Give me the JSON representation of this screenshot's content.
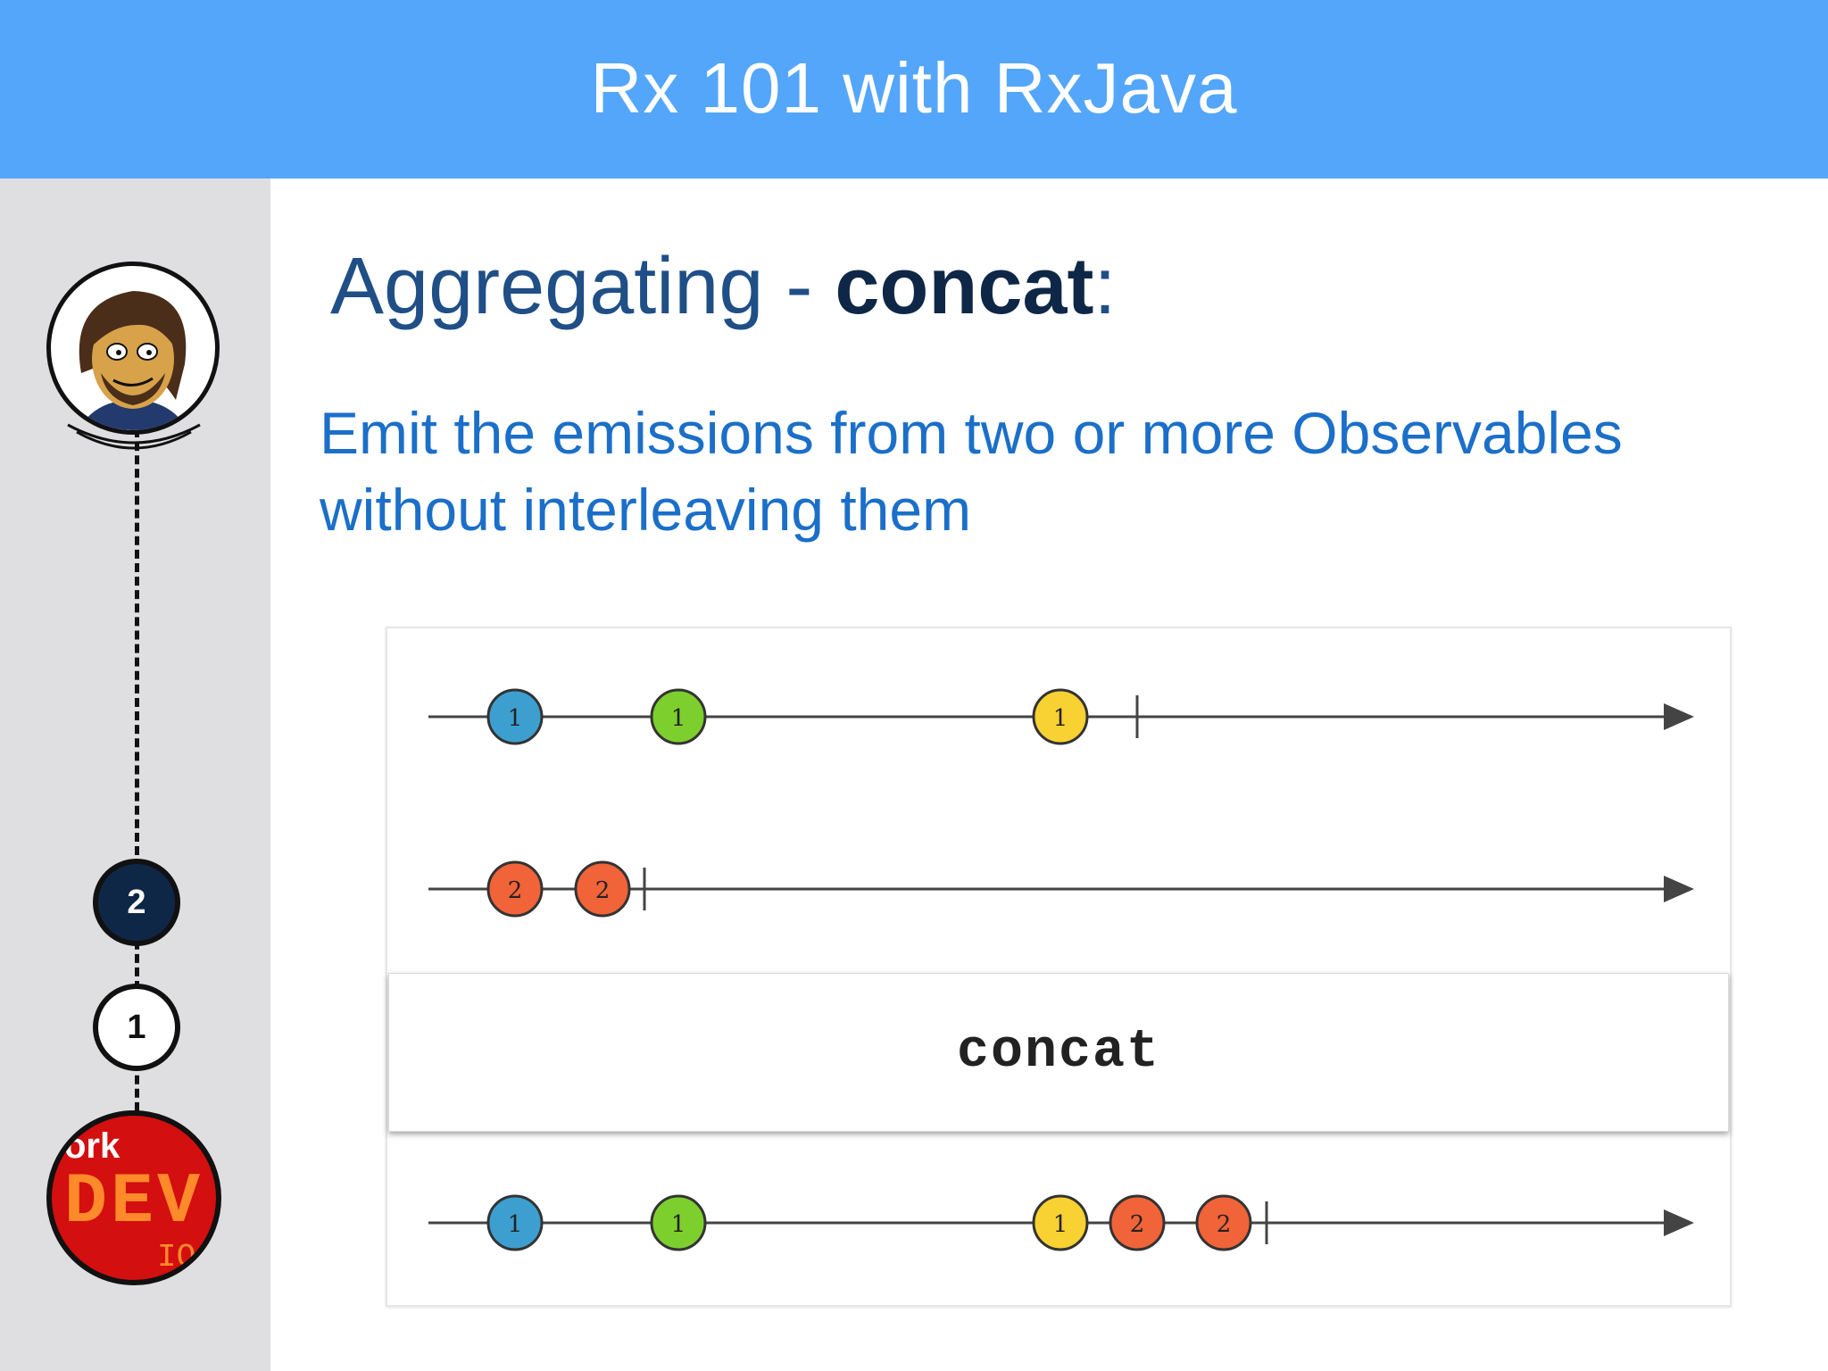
{
  "header": {
    "title": "Rx 101 with RxJava"
  },
  "slide": {
    "title_prefix": "Aggregating - ",
    "title_bold": "concat",
    "title_suffix": ":",
    "description": "Emit the emissions from two or more Observables without interleaving them"
  },
  "sidebar": {
    "steps": [
      {
        "label": "2",
        "state": "current"
      },
      {
        "label": "1",
        "state": "completed"
      }
    ],
    "logo": {
      "top": "ork",
      "mid": "DEV",
      "bottom": "IO"
    }
  },
  "diagram": {
    "operator": "concat",
    "colors": {
      "blue": "#3d9fcf",
      "green": "#7dcf2d",
      "yellow": "#f8d132",
      "orange": "#f16338",
      "line": "#444444"
    },
    "input_streams": [
      {
        "items": [
          {
            "label": "1",
            "color": "blue"
          },
          {
            "label": "1",
            "color": "green"
          },
          {
            "label": "1",
            "color": "yellow"
          }
        ],
        "completes": true
      },
      {
        "items": [
          {
            "label": "2",
            "color": "orange"
          },
          {
            "label": "2",
            "color": "orange"
          }
        ],
        "completes": true
      }
    ],
    "output_stream": {
      "items": [
        {
          "label": "1",
          "color": "blue"
        },
        {
          "label": "1",
          "color": "green"
        },
        {
          "label": "1",
          "color": "yellow"
        },
        {
          "label": "2",
          "color": "orange"
        },
        {
          "label": "2",
          "color": "orange"
        }
      ],
      "completes": true
    }
  }
}
